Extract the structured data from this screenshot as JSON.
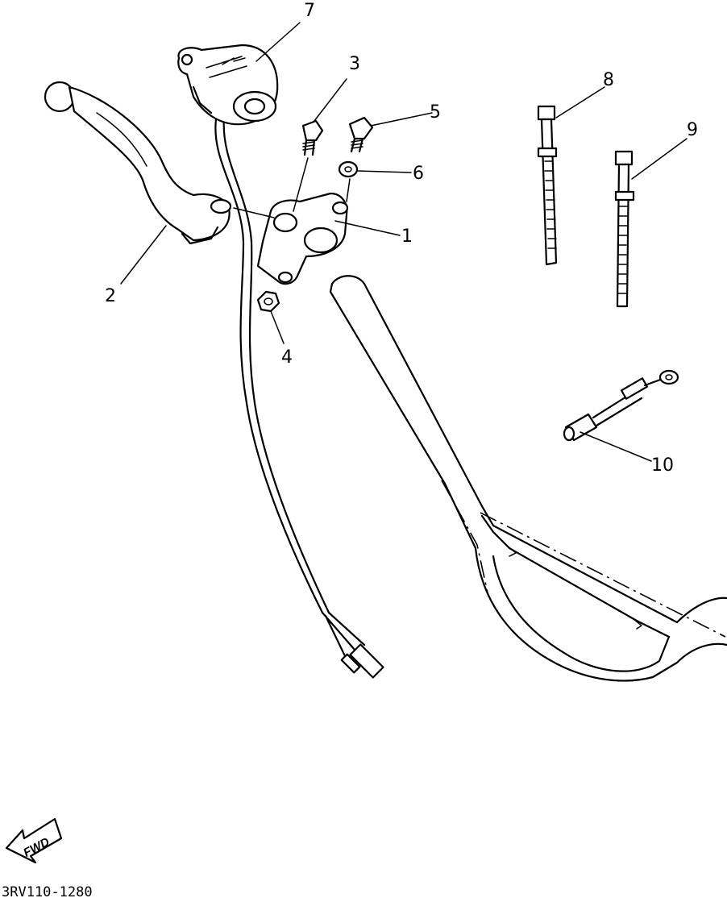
{
  "callouts": [
    {
      "id": "1",
      "label": "1"
    },
    {
      "id": "2",
      "label": "2"
    },
    {
      "id": "3",
      "label": "3"
    },
    {
      "id": "4",
      "label": "4"
    },
    {
      "id": "5",
      "label": "5"
    },
    {
      "id": "6",
      "label": "6"
    },
    {
      "id": "7",
      "label": "7"
    },
    {
      "id": "8",
      "label": "8"
    },
    {
      "id": "9",
      "label": "9"
    },
    {
      "id": "10",
      "label": "10"
    }
  ],
  "direction_arrow": {
    "label": "FWD"
  },
  "diagram_code": "3RV110-1280"
}
